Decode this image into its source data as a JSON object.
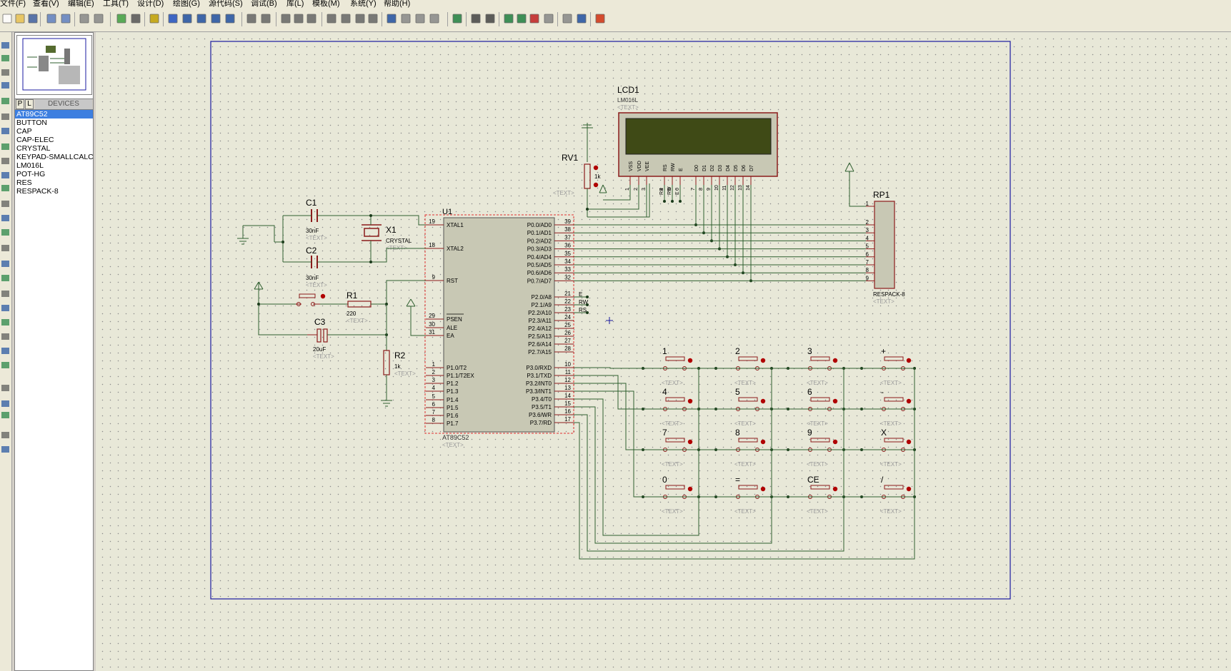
{
  "menu": [
    "文件(F)",
    "查看(V)",
    "编辑(E)",
    "工具(T)",
    "设计(D)",
    "绘图(G)",
    "源代码(S)",
    "调试(B)",
    "库(L)",
    "模板(M)",
    "系统(Y)",
    "帮助(H)"
  ],
  "device_panel": {
    "tab_p": "P",
    "tab_l": "L",
    "header": "DEVICES",
    "devices": [
      "AT89C52",
      "BUTTON",
      "CAP",
      "CAP-ELEC",
      "CRYSTAL",
      "KEYPAD-SMALLCALC",
      "LM016L",
      "POT-HG",
      "RES",
      "RESPACK-8"
    ],
    "selected": "AT89C52"
  },
  "schematic": {
    "text_placeholder": "<TEXT>",
    "lcd": {
      "ref": "LCD1",
      "model": "LM016L",
      "pins": [
        "VSS",
        "VDD",
        "VEE",
        "RS",
        "RW",
        "E",
        "D0",
        "D1",
        "D2",
        "D3",
        "D4",
        "D5",
        "D6",
        "D7"
      ],
      "pin_nums": [
        "1",
        "2",
        "3",
        "4",
        "5",
        "6",
        "7",
        "8",
        "9",
        "10",
        "11",
        "12",
        "13",
        "14"
      ],
      "net_labels": [
        "RS",
        "RW",
        "E"
      ]
    },
    "rv1": {
      "ref": "RV1",
      "value": "1k"
    },
    "c1": {
      "ref": "C1",
      "value": "30nF"
    },
    "c2": {
      "ref": "C2",
      "value": "30nF"
    },
    "c3": {
      "ref": "C3",
      "value": "20uF"
    },
    "x1": {
      "ref": "X1",
      "value": "CRYSTAL"
    },
    "r1": {
      "ref": "R1",
      "value": "220"
    },
    "r2": {
      "ref": "R2",
      "value": "1k"
    },
    "u1": {
      "ref": "U1",
      "model": "AT89C52",
      "left_pins": [
        [
          "19",
          "XTAL1"
        ],
        [
          "18",
          "XTAL2"
        ],
        [
          "9",
          "RST"
        ],
        [
          "29",
          "PSEN"
        ],
        [
          "30",
          "ALE"
        ],
        [
          "31",
          "EA"
        ],
        [
          "1",
          "P1.0/T2"
        ],
        [
          "2",
          "P1.1/T2EX"
        ],
        [
          "3",
          "P1.2"
        ],
        [
          "4",
          "P1.3"
        ],
        [
          "5",
          "P1.4"
        ],
        [
          "6",
          "P1.5"
        ],
        [
          "7",
          "P1.6"
        ],
        [
          "8",
          "P1.7"
        ]
      ],
      "right_pins": [
        [
          "39",
          "P0.0/AD0"
        ],
        [
          "38",
          "P0.1/AD1"
        ],
        [
          "37",
          "P0.2/AD2"
        ],
        [
          "36",
          "P0.3/AD3"
        ],
        [
          "35",
          "P0.4/AD4"
        ],
        [
          "34",
          "P0.5/AD5"
        ],
        [
          "33",
          "P0.6/AD6"
        ],
        [
          "32",
          "P0.7/AD7"
        ],
        [
          "21",
          "P2.0/A8"
        ],
        [
          "22",
          "P2.1/A9"
        ],
        [
          "23",
          "P2.2/A10"
        ],
        [
          "24",
          "P2.3/A11"
        ],
        [
          "25",
          "P2.4/A12"
        ],
        [
          "26",
          "P2.5/A13"
        ],
        [
          "27",
          "P2.6/A14"
        ],
        [
          "28",
          "P2.7/A15"
        ],
        [
          "10",
          "P3.0/RXD"
        ],
        [
          "11",
          "P3.1/TXD"
        ],
        [
          "12",
          "P3.2/INT0"
        ],
        [
          "13",
          "P3.3/INT1"
        ],
        [
          "14",
          "P3.4/T0"
        ],
        [
          "15",
          "P3.5/T1"
        ],
        [
          "16",
          "P3.6/WR"
        ],
        [
          "17",
          "P3.7/RD"
        ]
      ],
      "p2_net_labels": [
        "E",
        "RW",
        "RS"
      ]
    },
    "rp1": {
      "ref": "RP1",
      "model": "RESPACK-8",
      "pins": [
        "1",
        "2",
        "3",
        "4",
        "5",
        "6",
        "7",
        "8",
        "9"
      ]
    },
    "keypad": [
      [
        "1",
        "2",
        "3",
        "+"
      ],
      [
        "4",
        "5",
        "6",
        "-"
      ],
      [
        "7",
        "8",
        "9",
        "X"
      ],
      [
        "0",
        "=",
        "CE",
        "/"
      ]
    ]
  },
  "colors": {
    "wire": "#2f5f2f",
    "component": "#8b1a1a",
    "body": "#c8c8b4",
    "sheet_border": "#1a1aa0",
    "canvas": "#e8e8d8",
    "selected": "#3d7fe0"
  }
}
